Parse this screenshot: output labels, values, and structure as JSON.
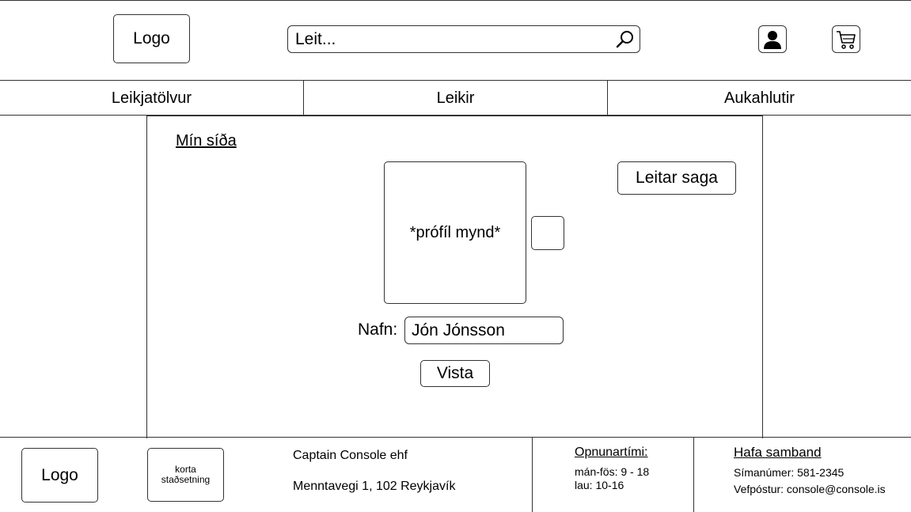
{
  "header": {
    "logo": "Logo",
    "search": {
      "placeholder": "Leit..."
    },
    "icons": {
      "search": "search-icon",
      "user": "user-icon",
      "cart": "cart-icon"
    }
  },
  "nav": {
    "items": [
      {
        "label": "Leikjatölvur"
      },
      {
        "label": "Leikir"
      },
      {
        "label": "Aukahlutir"
      }
    ]
  },
  "main": {
    "title": "Mín síða",
    "profile_image_label": "*prófíl mynd*",
    "history_button": "Leitar saga",
    "name_label": "Nafn:",
    "name_value": "Jón Jónsson",
    "save_button": "Vista"
  },
  "footer": {
    "logo": "Logo",
    "map_line1": "korta",
    "map_line2": "staðsetning",
    "company": "Captain Console ehf",
    "address": "Menntavegi 1, 102 Reykjavík",
    "hours": {
      "title": "Opnunartími:",
      "weekdays": "mán-fös: 9 - 18",
      "saturday": "lau: 10-16"
    },
    "contact": {
      "title": "Hafa samband",
      "phone": "Símanúmer: 581-2345",
      "email": "Vefpóstur: console@console.is"
    }
  }
}
